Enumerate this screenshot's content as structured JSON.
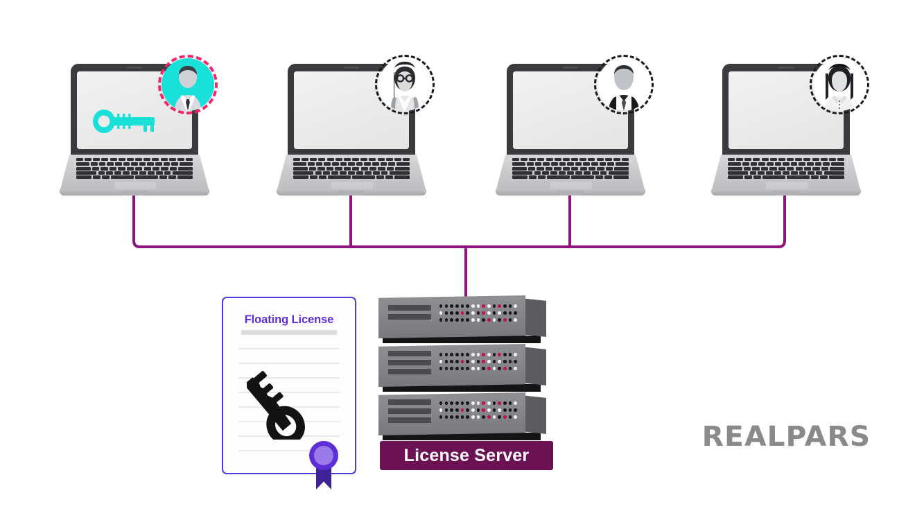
{
  "diagram": {
    "title": "Floating License Network Diagram",
    "background_color": "#ffffff",
    "accent_purple": "#8e1580",
    "badge_purple": "#6d1155",
    "license_violet": "#5b2ed6",
    "card_border": "#4b3ddb",
    "active_cyan": "#19e0d8",
    "active_ring_pink": "#f4246a",
    "led_red": "#c21048"
  },
  "workstations": [
    {
      "id": "workstation-1",
      "avatar": "male-user-avatar",
      "avatar_style": "cyan-highlighted",
      "ring_style": "pink-dashed",
      "screen_icon": "key-icon",
      "screen_state": "license-checked-out",
      "license_held": true
    },
    {
      "id": "workstation-2",
      "avatar": "female-user-with-glasses-avatar",
      "avatar_style": "grayscale",
      "ring_style": "black-dashed",
      "screen_icon": "",
      "screen_state": "idle",
      "license_held": false
    },
    {
      "id": "workstation-3",
      "avatar": "male-user-in-suit-avatar",
      "avatar_style": "grayscale",
      "ring_style": "black-dashed",
      "screen_icon": "",
      "screen_state": "idle",
      "license_held": false
    },
    {
      "id": "workstation-4",
      "avatar": "female-user-avatar",
      "avatar_style": "grayscale",
      "ring_style": "black-dashed",
      "screen_icon": "",
      "screen_state": "idle",
      "license_held": false
    }
  ],
  "network": {
    "icon": "network-bus-connector",
    "line_color": "#8e1580",
    "topology": "bus",
    "drop_count": 4
  },
  "license_document": {
    "title": "Floating License",
    "key_icon": "key-icon",
    "seal_icon": "award-seal-ribbon-icon",
    "body_lines": 8
  },
  "server": {
    "label": "License Server",
    "icon": "server-rack-icon",
    "units": [
      {
        "id": "rack-unit-1",
        "bars": 2
      },
      {
        "id": "rack-unit-2",
        "bars": 3
      },
      {
        "id": "rack-unit-3",
        "bars": 3
      }
    ],
    "led_rows": 3,
    "led_columns": 15
  },
  "branding": {
    "logo_text": "REALPARS",
    "logo_color": "#8a8a8d"
  }
}
